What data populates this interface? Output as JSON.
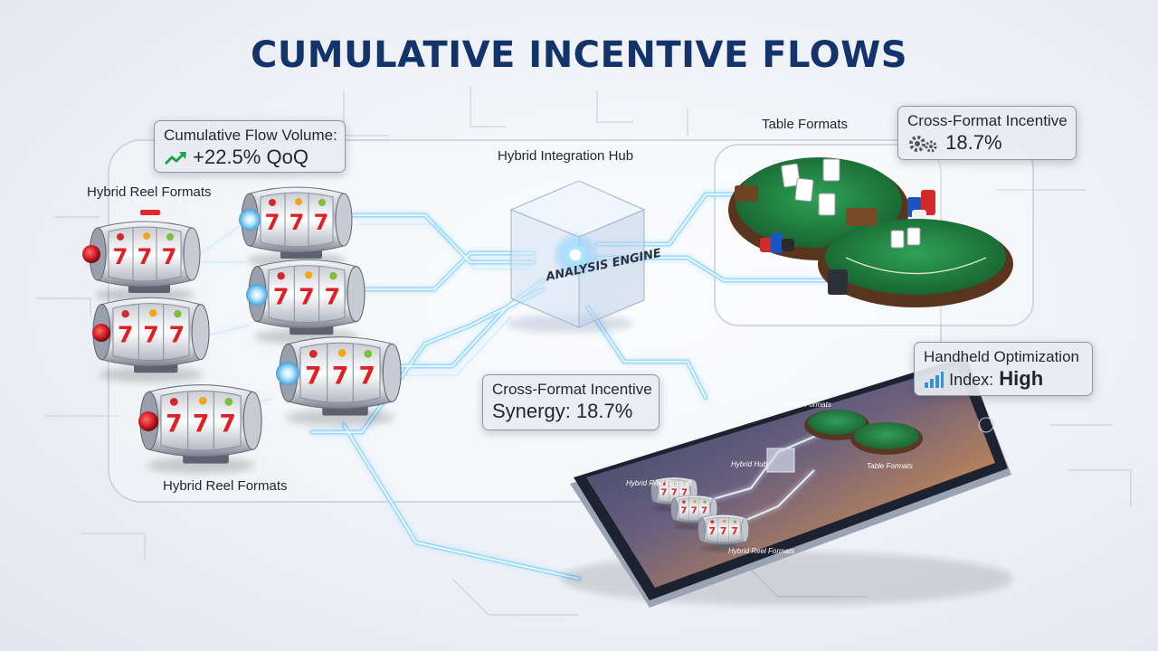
{
  "title": "CUMULATIVE INCENTIVE FLOWS",
  "labels": {
    "hybrid_reel_top": "Hybrid Reel Formats",
    "hybrid_reel_bottom": "Hybrid Reel Formats",
    "hub": "Hybrid Integration Hub",
    "table_formats": "Table Formats",
    "engine": "ANALYSIS ENGINE"
  },
  "callouts": {
    "flow_volume": {
      "label": "Cumulative Flow Volume:",
      "value": "+22.5% QoQ",
      "icon": "trend-up-arrow-icon"
    },
    "cross_format": {
      "label": "Cross-Format Incentive",
      "value": "18.7%",
      "icon": "gears-icon"
    },
    "synergy": {
      "label": "Cross-Format Incentive",
      "value": "Synergy: 18.7%"
    },
    "handheld": {
      "label": "Handheld Optimization",
      "value_prefix": "Index:",
      "value": "High",
      "icon": "signal-bars-icon"
    }
  },
  "tablet": {
    "labels": [
      "Hybrid Reel Formats",
      "Hybrid Hub",
      "Table Formats",
      "Table Formats",
      "Hybrid Reel Formats"
    ]
  },
  "colors": {
    "title": "#13336b",
    "flow_glow": "#7fd0ff",
    "felt": "#1f7a3d",
    "reel_red": "#d8222a",
    "accent_green": "#1fa14a"
  }
}
